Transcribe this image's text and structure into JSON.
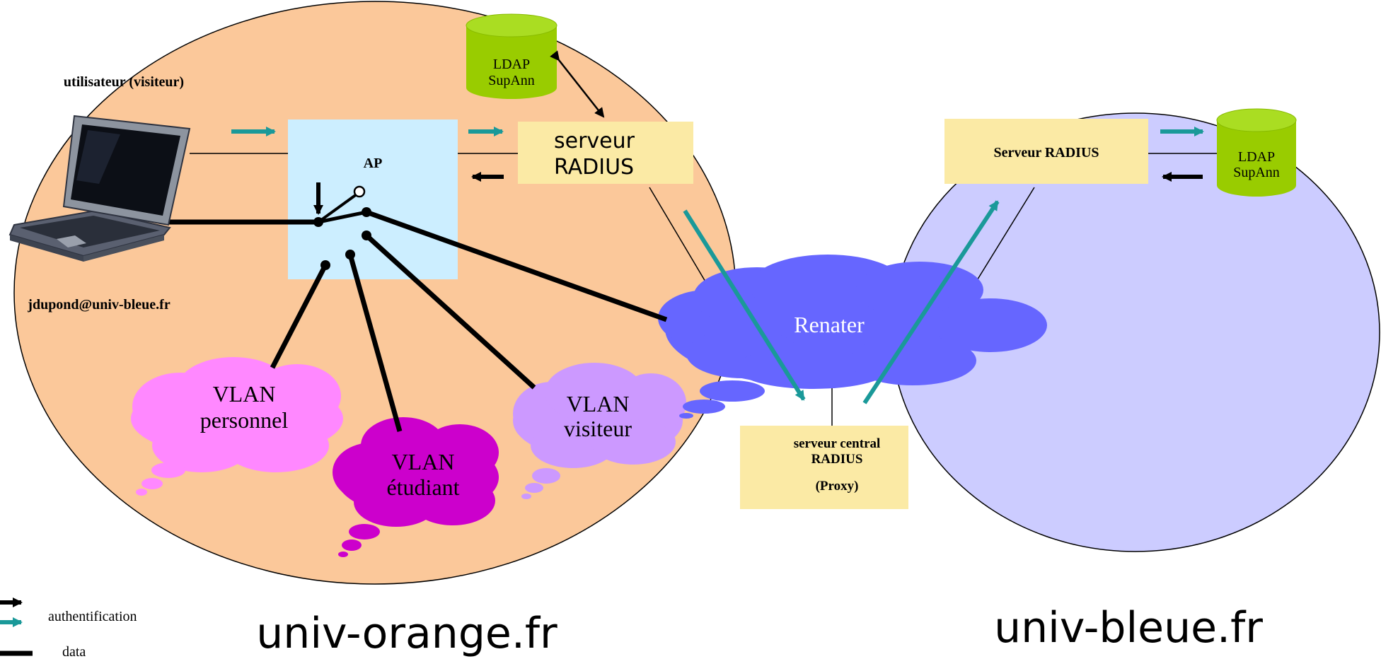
{
  "labels": {
    "user_title": "utilisateur (visiteur)",
    "user_email": "jdupond@univ-bleue.fr",
    "ap": "AP",
    "ldap_left_line1": "LDAP",
    "ldap_left_line2": "SupAnn",
    "ldap_right_line1": "LDAP",
    "ldap_right_line2": "SupAnn",
    "radius_left_line1": "serveur",
    "radius_left_line2": "RADIUS",
    "radius_right": "Serveur RADIUS",
    "renater": "Renater",
    "central_line1": "serveur central",
    "central_line2": "RADIUS",
    "central_line3": "(Proxy)",
    "vlan_personnel_line1": "VLAN",
    "vlan_personnel_line2": "personnel",
    "vlan_etudiant_line1": "VLAN",
    "vlan_etudiant_line2": "étudiant",
    "vlan_visiteur_line1": "VLAN",
    "vlan_visiteur_line2": "visiteur",
    "domain_left": "univ-orange.fr",
    "domain_right": "univ-bleue.fr"
  },
  "legend": {
    "auth": "authentification",
    "data": "data"
  },
  "colors": {
    "orange_zone": "#fbc89a",
    "blue_zone": "#ccccff",
    "ap_box": "#cceeff",
    "server_box": "#fbeaa5",
    "ldap": "#99cc00",
    "renater": "#6666ff",
    "teal_arrow": "#1a9999",
    "vlan_personnel": "#ff88ff",
    "vlan_etudiant": "#cc00cc",
    "vlan_visiteur": "#cc99ff"
  }
}
